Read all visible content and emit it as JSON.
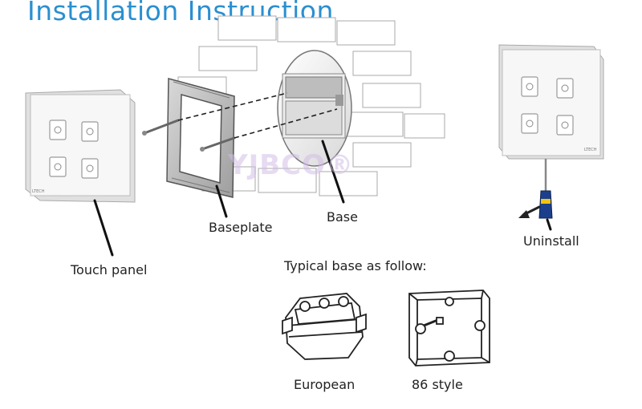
{
  "title": "Installation Instruction",
  "labels": {
    "touch_panel": "Touch panel",
    "baseplate": "Baseplate",
    "base": "Base",
    "uninstall": "Uninstall",
    "typical_base": "Typical base as follow:",
    "european": "European",
    "style_86": "86 style"
  },
  "panel_brand": "LTECH",
  "watermark": "YJBCO®",
  "colors": {
    "title": "#2a8fd0",
    "line": "#222222",
    "panel_face": "#f7f7f7",
    "screwdriver_handle": "#1c3f8c",
    "screwdriver_accent": "#f1c40f"
  },
  "icons": [
    "touch-panel-illustration",
    "baseplate-illustration",
    "wall-base-illustration",
    "screwdriver-icon",
    "european-base-icon",
    "86-style-base-icon"
  ]
}
